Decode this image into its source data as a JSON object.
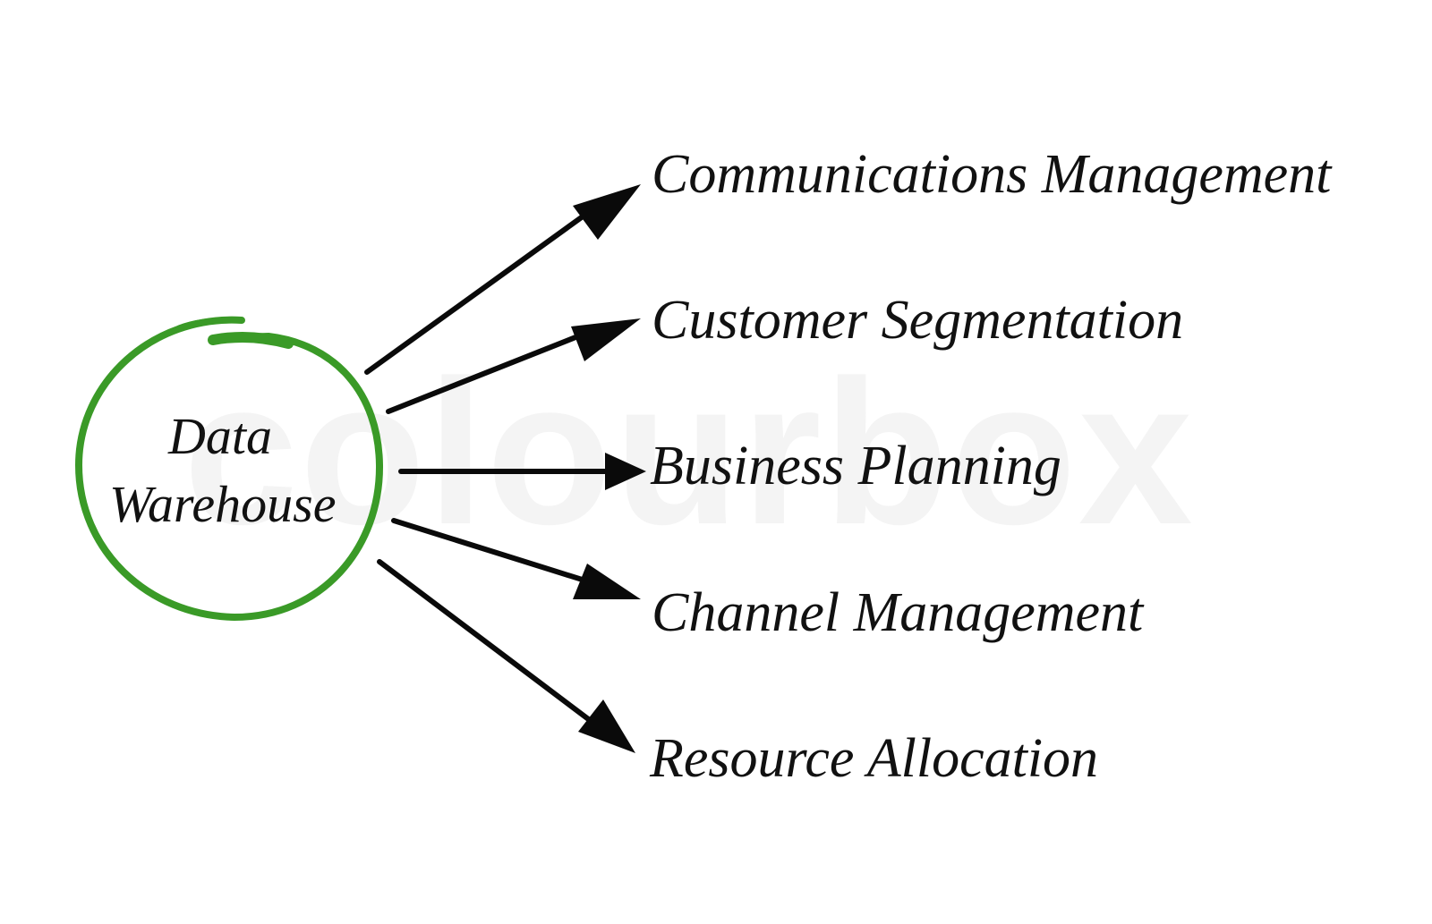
{
  "watermark": "colourbox",
  "colors": {
    "circle": "#3a9a27",
    "arrow": "#0a0a0a",
    "text": "#111111",
    "watermark": "#ececec"
  },
  "center": {
    "line1": "Data",
    "line2": "Warehouse"
  },
  "items": [
    {
      "label": "Communications Management"
    },
    {
      "label": "Customer Segmentation"
    },
    {
      "label": "Business Planning"
    },
    {
      "label": "Channel Management"
    },
    {
      "label": "Resource Allocation"
    }
  ]
}
